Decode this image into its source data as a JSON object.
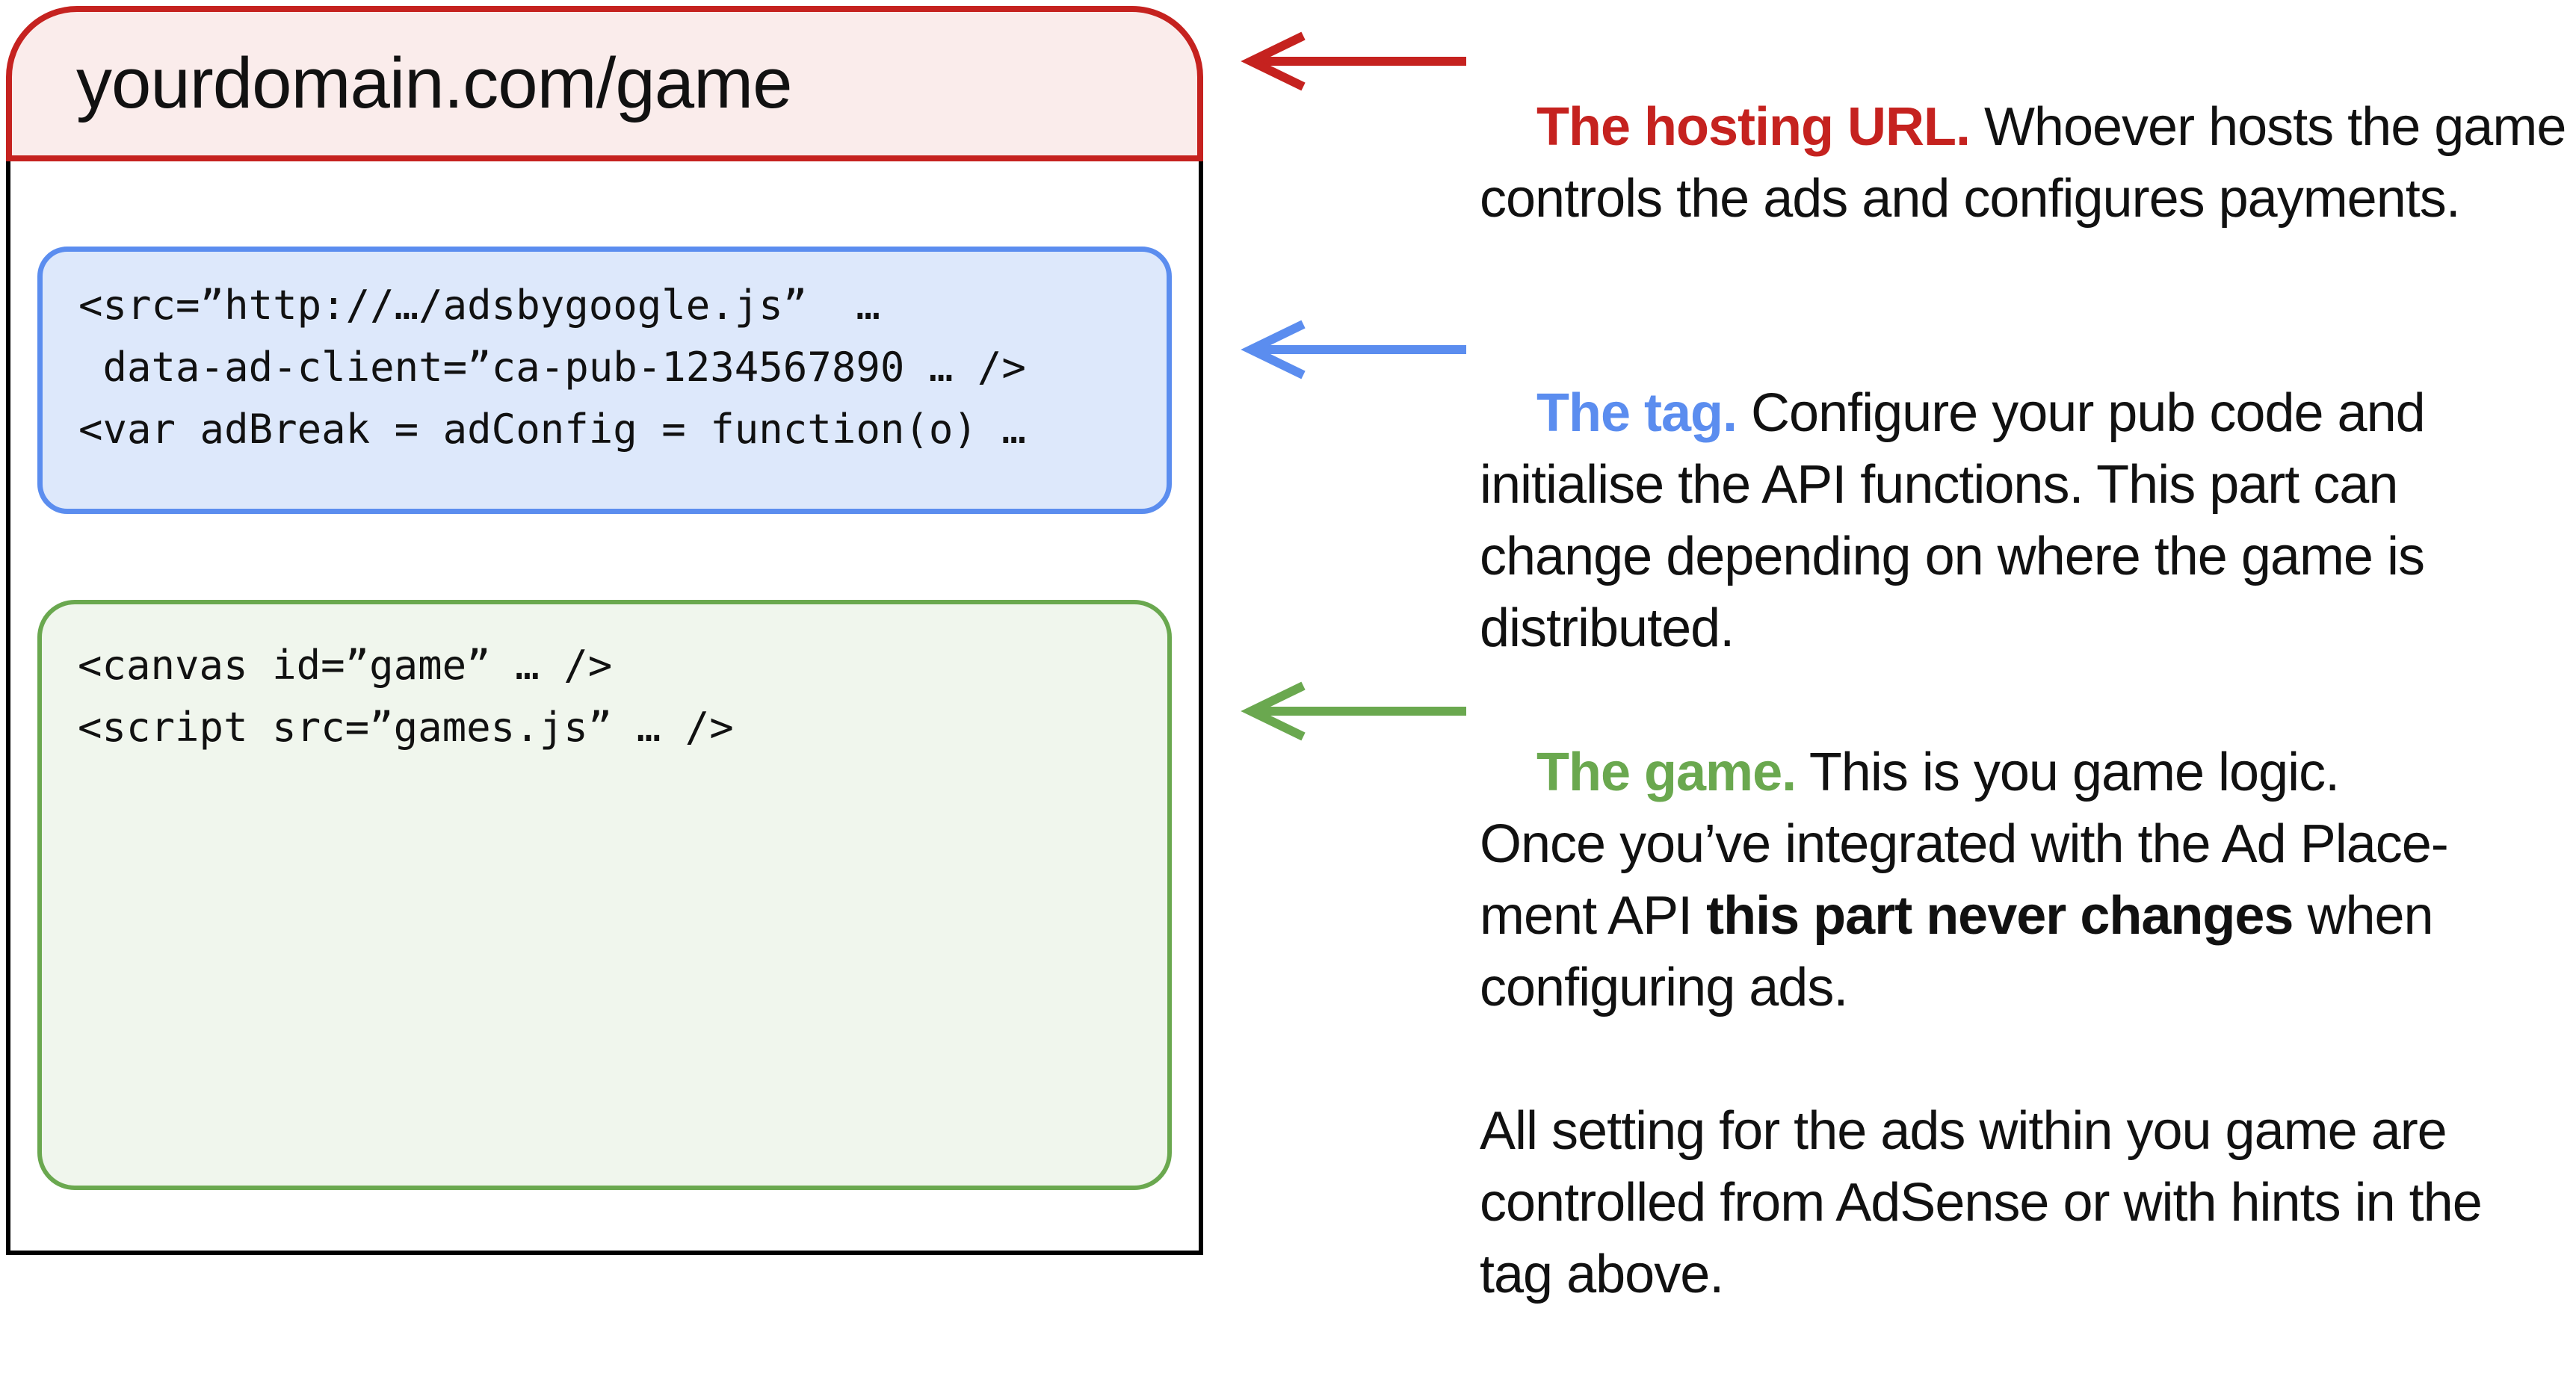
{
  "colors": {
    "red": "#C5221F",
    "red_fill": "#FAECEB",
    "blue": "#5B8DEF",
    "blue_fill": "#DDE8FB",
    "green": "#6AA84F",
    "green_fill": "#F0F6ED",
    "text": "#111111",
    "window_border": "#000000"
  },
  "window": {
    "url": "yourdomain.com/game",
    "tag_box": {
      "lines": [
        "<src=”http://…/adsbygoogle.js”  …",
        " data-ad-client=”ca-pub-1234567890 … />",
        "<var adBreak = adConfig = function(o) …"
      ]
    },
    "game_box": {
      "lines": [
        "<canvas id=”game” … />",
        "<script src=”games.js” … />"
      ]
    }
  },
  "annotations": {
    "hosting": {
      "heading": "The hosting URL.",
      "body": " Whoever hosts the game\ncontrols the ads and configures payments."
    },
    "tag": {
      "heading": "The tag.",
      "body": " Configure your pub code and\ninitialise the API functions. This part can\nchange depending on where the game is\ndistributed."
    },
    "game": {
      "heading": "The game.",
      "body_1": " This is you game logic.\nOnce you’ve integrated with the Ad Place-\nment API ",
      "bold": "this part never changes",
      "body_2": " when\nconfiguring ads.\n\nAll setting for the ads within you game are\ncontrolled from AdSense or with hints in the\ntag above."
    }
  }
}
